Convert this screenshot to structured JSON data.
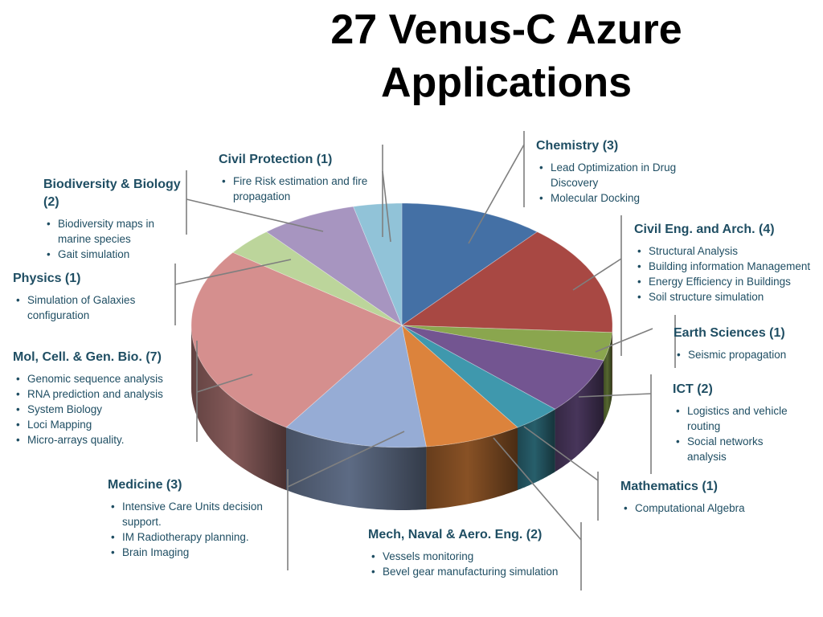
{
  "title": {
    "line1": "27 Venus-C Azure",
    "line2": "Applications"
  },
  "categories": {
    "chemistry": {
      "heading": "Chemistry (3)",
      "items": [
        "Lead Optimization in Drug Discovery",
        "Molecular Docking"
      ]
    },
    "civil_eng": {
      "heading": "Civil Eng. and Arch. (4)",
      "items": [
        "Structural Analysis",
        "Building information Management",
        "Energy Efficiency in Buildings",
        "Soil structure simulation"
      ]
    },
    "earth": {
      "heading": "Earth Sciences (1)",
      "items": [
        "Seismic propagation"
      ]
    },
    "ict": {
      "heading": "ICT (2)",
      "items": [
        "Logistics and vehicle routing",
        "Social networks analysis"
      ]
    },
    "math": {
      "heading": "Mathematics (1)",
      "items": [
        "Computational Algebra"
      ]
    },
    "mech": {
      "heading": "Mech, Naval & Aero. Eng. (2)",
      "items": [
        "Vessels monitoring",
        "Bevel gear manufacturing simulation"
      ]
    },
    "medicine": {
      "heading": "Medicine (3)",
      "items": [
        "Intensive Care Units decision support.",
        "IM Radiotherapy planning.",
        "Brain Imaging"
      ]
    },
    "mol": {
      "heading": "Mol, Cell. & Gen. Bio. (7)",
      "items": [
        "Genomic sequence analysis",
        "RNA prediction and analysis",
        "System Biology",
        "Loci Mapping",
        "Micro-arrays quality."
      ]
    },
    "physics": {
      "heading": "Physics (1)",
      "items": [
        "Simulation of Galaxies configuration"
      ]
    },
    "biodiversity": {
      "heading": "Biodiversity & Biology (2)",
      "items": [
        "Biodiversity maps in marine species",
        "Gait simulation"
      ]
    },
    "civil_protection": {
      "heading": "Civil Protection (1)",
      "items": [
        "Fire Risk estimation and fire propagation"
      ]
    }
  },
  "chart_data": {
    "type": "pie",
    "style": "3d",
    "total": 27,
    "slices": [
      {
        "label": "Chemistry",
        "value": 3,
        "color": "#4470a5"
      },
      {
        "label": "Civil Eng. and Arch.",
        "value": 4,
        "color": "#a84843"
      },
      {
        "label": "Earth Sciences",
        "value": 1,
        "color": "#8aa64e"
      },
      {
        "label": "ICT",
        "value": 2,
        "color": "#735591"
      },
      {
        "label": "Mathematics",
        "value": 1,
        "color": "#3f98ad"
      },
      {
        "label": "Mech, Naval & Aero. Eng.",
        "value": 2,
        "color": "#dc833c"
      },
      {
        "label": "Medicine",
        "value": 3,
        "color": "#96acd5"
      },
      {
        "label": "Mol, Cell. & Gen. Bio.",
        "value": 7,
        "color": "#d58f8e"
      },
      {
        "label": "Physics",
        "value": 1,
        "color": "#bcd59b"
      },
      {
        "label": "Biodiversity & Biology",
        "value": 2,
        "color": "#a795c0"
      },
      {
        "label": "Civil Protection",
        "value": 1,
        "color": "#91c3d8"
      }
    ]
  }
}
